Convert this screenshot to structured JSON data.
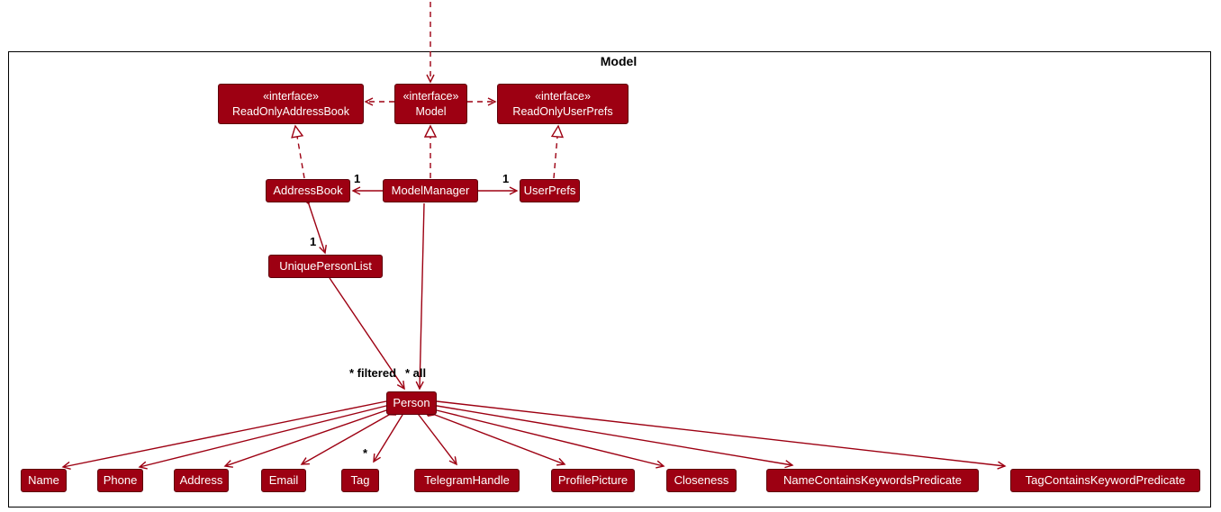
{
  "frame": {
    "title": "Model"
  },
  "nodes": {
    "readonly_address_book": {
      "stereotype": "«interface»",
      "name": "ReadOnlyAddressBook"
    },
    "model_interface": {
      "stereotype": "«interface»",
      "name": "Model"
    },
    "readonly_user_prefs": {
      "stereotype": "«interface»",
      "name": "ReadOnlyUserPrefs"
    },
    "address_book": {
      "name": "AddressBook"
    },
    "model_manager": {
      "name": "ModelManager"
    },
    "user_prefs": {
      "name": "UserPrefs"
    },
    "unique_person_list": {
      "name": "UniquePersonList"
    },
    "person": {
      "name": "Person"
    },
    "name_attr": {
      "name": "Name"
    },
    "phone": {
      "name": "Phone"
    },
    "address": {
      "name": "Address"
    },
    "email": {
      "name": "Email"
    },
    "tag": {
      "name": "Tag"
    },
    "telegram_handle": {
      "name": "TelegramHandle"
    },
    "profile_picture": {
      "name": "ProfilePicture"
    },
    "closeness": {
      "name": "Closeness"
    },
    "name_contains_keywords_predicate": {
      "name": "NameContainsKeywordsPredicate"
    },
    "tag_contains_keyword_predicate": {
      "name": "TagContainsKeywordPredicate"
    }
  },
  "labels": {
    "modelmanager_addressbook_multiplicity": "1",
    "modelmanager_userprefs_multiplicity": "1",
    "addressbook_uniquepersonlist_multiplicity": "1",
    "filtered_label": "* filtered",
    "all_label": "* all",
    "person_tag_multiplicity": "*"
  },
  "colors": {
    "node_fill": "#9D0012",
    "node_border": "#5E000B",
    "arrow": "#9D0012",
    "node_text": "#FFFFFF",
    "frame_border": "#000000",
    "label_text": "#000000"
  }
}
